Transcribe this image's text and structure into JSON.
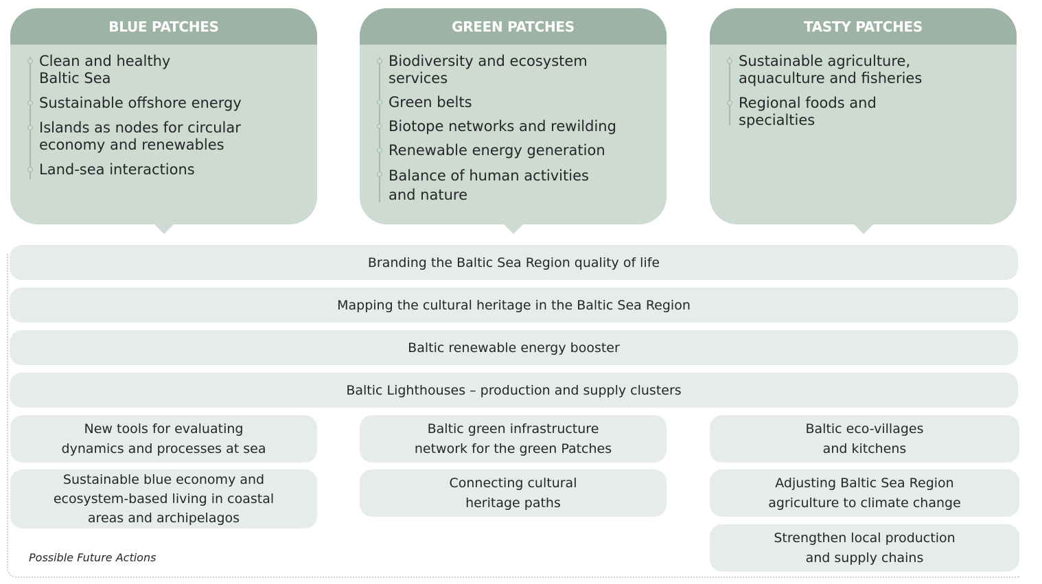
{
  "patches": [
    {
      "title": "BLUE PATCHES",
      "items": [
        "Clean and healthy\nBaltic Sea",
        "Sustainable offshore energy",
        "Islands as nodes for circular\neconomy and renewables",
        "Land-sea interactions"
      ]
    },
    {
      "title": "GREEN PATCHES",
      "items": [
        "Biodiversity and ecosystem\nservices",
        "Green belts",
        "Biotope networks and rewilding",
        "Renewable energy generation",
        "Balance of human activities\nand nature"
      ]
    },
    {
      "title": "TASTY PATCHES",
      "items": [
        "Sustainable agriculture,\naquaculture and fisheries",
        "Regional foods and\nspecialties"
      ]
    }
  ],
  "shared_actions": [
    "Branding the Baltic Sea Region quality of life",
    "Mapping the cultural heritage in the Baltic Sea Region",
    "Baltic renewable energy booster",
    "Baltic Lighthouses – production and supply clusters"
  ],
  "blue_actions": [
    "New tools for evaluating\ndynamics and processes at sea",
    "Sustainable blue economy and\necosystem-based living in coastal\nareas and archipelagos"
  ],
  "green_actions": [
    "Baltic green infrastructure\nnetwork for the green Patches",
    "Connecting cultural\nheritage paths"
  ],
  "tasty_actions": [
    "Baltic eco-villages\nand kitchens",
    "Adjusting Baltic Sea Region\nagriculture to climate change",
    "Strengthen local production\nand supply chains"
  ],
  "caption": "Possible Future Actions",
  "colors": {
    "header": "#9cb3a6",
    "patch_body": "#cddbd3",
    "action_box": "#e6ecea"
  }
}
